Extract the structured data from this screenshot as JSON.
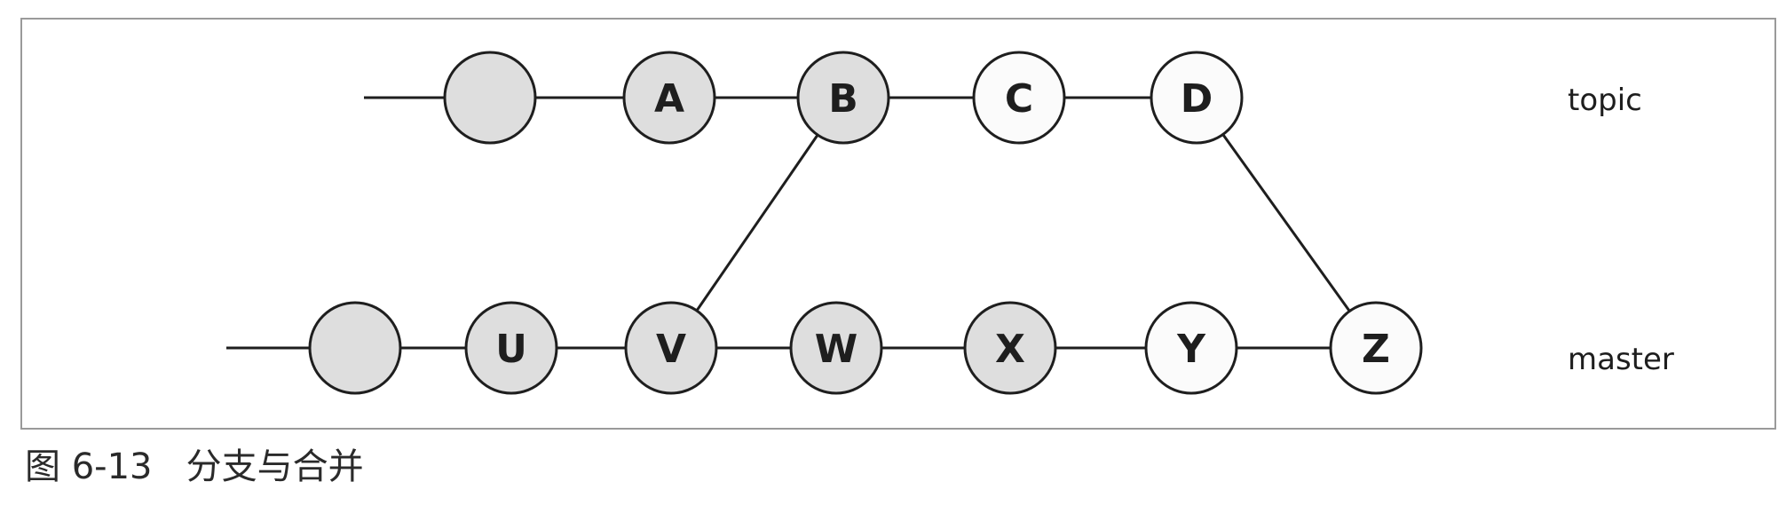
{
  "figure": {
    "caption": "图 6-13   分支与合并",
    "colors": {
      "frame": "#9a9a9a",
      "stroke": "#1e1e1e",
      "shaded_fill": "#dedede",
      "plain_fill": "#fbfbfb",
      "text": "#1e1e1e"
    }
  },
  "diagram": {
    "branches": {
      "topic": "topic",
      "master": "master"
    },
    "topic_commits": [
      {
        "id": "topic-base",
        "label": "",
        "shaded": true
      },
      {
        "id": "A",
        "label": "A",
        "shaded": true
      },
      {
        "id": "B",
        "label": "B",
        "shaded": true
      },
      {
        "id": "C",
        "label": "C",
        "shaded": false
      },
      {
        "id": "D",
        "label": "D",
        "shaded": false
      }
    ],
    "master_commits": [
      {
        "id": "master-base",
        "label": "",
        "shaded": true
      },
      {
        "id": "U",
        "label": "U",
        "shaded": true
      },
      {
        "id": "V",
        "label": "V",
        "shaded": true
      },
      {
        "id": "W",
        "label": "W",
        "shaded": true
      },
      {
        "id": "X",
        "label": "X",
        "shaded": true
      },
      {
        "id": "Y",
        "label": "Y",
        "shaded": false
      },
      {
        "id": "Z",
        "label": "Z",
        "shaded": false
      }
    ],
    "merges": [
      {
        "from": "V",
        "to": "B"
      },
      {
        "from": "D",
        "to": "Z"
      }
    ]
  }
}
